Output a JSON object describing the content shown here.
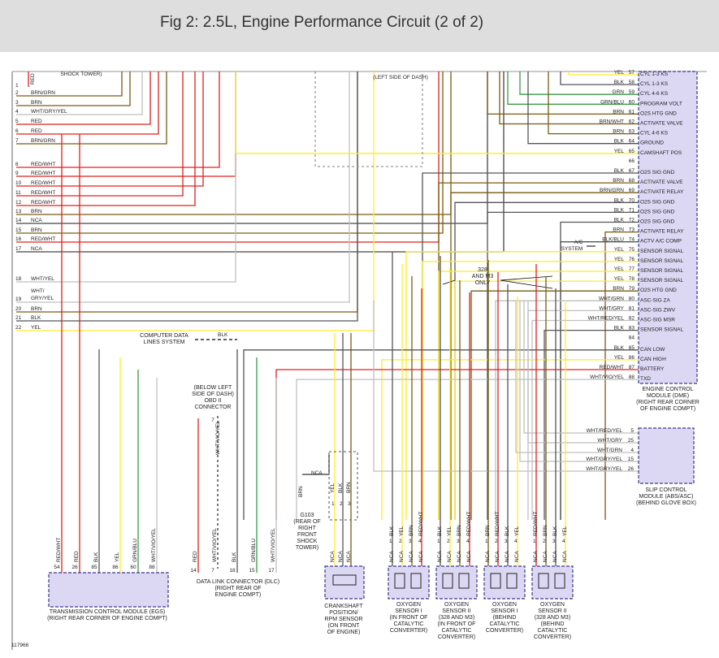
{
  "title": "Fig 2: 2.5L, Engine Performance Circuit (2 of 2)",
  "figure_id": "117966",
  "top_labels": {
    "shock_tower": "SHOCK TOWER)",
    "left_dash": "(LEFT SIDE OF DASH)"
  },
  "left_wires": [
    {
      "pin": "1",
      "color": "RED"
    },
    {
      "pin": "2",
      "color": "BRN/GRN"
    },
    {
      "pin": "3",
      "color": "BRN"
    },
    {
      "pin": "4",
      "color": "WHT/GRY/YEL"
    },
    {
      "pin": "5",
      "color": "RED"
    },
    {
      "pin": "6",
      "color": "RED"
    },
    {
      "pin": "7",
      "color": "BRN/GRN"
    },
    {
      "pin": "8",
      "color": "RED/WHT"
    },
    {
      "pin": "9",
      "color": "RED/WHT"
    },
    {
      "pin": "10",
      "color": "RED/WHT"
    },
    {
      "pin": "11",
      "color": "RED/WHT"
    },
    {
      "pin": "12",
      "color": "RED/WHT"
    },
    {
      "pin": "13",
      "color": "BRN"
    },
    {
      "pin": "14",
      "color": "NCA"
    },
    {
      "pin": "15",
      "color": "BRN"
    },
    {
      "pin": "16",
      "color": "RED/WHT"
    },
    {
      "pin": "17",
      "color": "NCA"
    },
    {
      "pin": "18",
      "color": "WHT/YEL"
    },
    {
      "pin": "19",
      "color": "WHT/ GRY/YEL"
    },
    {
      "pin": "20",
      "color": "BRN"
    },
    {
      "pin": "21",
      "color": "BLK"
    },
    {
      "pin": "22",
      "color": "YEL"
    }
  ],
  "dme": {
    "pins": [
      {
        "pin": "57",
        "wire": "YEL",
        "func": "CYL 1-3 KS"
      },
      {
        "pin": "58",
        "wire": "BLK",
        "func": "CYL 1-3 KS"
      },
      {
        "pin": "59",
        "wire": "GRN",
        "func": "CYL 4-6 KS"
      },
      {
        "pin": "60",
        "wire": "GRN/BLU",
        "func": "PROGRAM VOLT"
      },
      {
        "pin": "61",
        "wire": "BRN",
        "func": "O2S HTG GND"
      },
      {
        "pin": "62",
        "wire": "BRN/WHT",
        "func": "ACTIVATE VALVE"
      },
      {
        "pin": "63",
        "wire": "BRN",
        "func": "CYL 4-6 KS"
      },
      {
        "pin": "64",
        "wire": "BLK",
        "func": "GROUND"
      },
      {
        "pin": "65",
        "wire": "YEL",
        "func": "CAMSHAFT POS"
      },
      {
        "pin": "66",
        "wire": "",
        "func": ""
      },
      {
        "pin": "67",
        "wire": "BLK",
        "func": "O2S SIG GND"
      },
      {
        "pin": "68",
        "wire": "BRN",
        "func": "ACTIVATE VALVE"
      },
      {
        "pin": "69",
        "wire": "BRN/GRN",
        "func": "ACTIVATE RELAY"
      },
      {
        "pin": "70",
        "wire": "BLK",
        "func": "O2S SIG GND"
      },
      {
        "pin": "71",
        "wire": "BLK",
        "func": "O2S SIG GND"
      },
      {
        "pin": "72",
        "wire": "BLK",
        "func": "O2S SIG GND"
      },
      {
        "pin": "73",
        "wire": "BRN",
        "func": "ACTIVATE RELAY"
      },
      {
        "pin": "74",
        "wire": "BLK/BLU",
        "func": "ACTV A/C COMP"
      },
      {
        "pin": "75",
        "wire": "YEL",
        "func": "SENSOR SIGNAL"
      },
      {
        "pin": "76",
        "wire": "YEL",
        "func": "SENSOR SIGNAL"
      },
      {
        "pin": "77",
        "wire": "YEL",
        "func": "SENSOR SIGNAL"
      },
      {
        "pin": "78",
        "wire": "YEL",
        "func": "SENSOR SIGNAL"
      },
      {
        "pin": "79",
        "wire": "BRN",
        "func": "O2S HTG GND"
      },
      {
        "pin": "80",
        "wire": "WHT/GRN",
        "func": "ASC-SIG ZA"
      },
      {
        "pin": "81",
        "wire": "WHT/GRY",
        "func": "ASC-SIG ZWV"
      },
      {
        "pin": "82",
        "wire": "WHT/RED/YEL",
        "func": "ASC-SIG MSR"
      },
      {
        "pin": "83",
        "wire": "BLK",
        "func": "SENSOR SIGNAL"
      },
      {
        "pin": "84",
        "wire": "",
        "func": ""
      },
      {
        "pin": "85",
        "wire": "BLK",
        "func": "CAN LOW"
      },
      {
        "pin": "86",
        "wire": "YEL",
        "func": "CAN HIGH"
      },
      {
        "pin": "87",
        "wire": "RED/WHT",
        "func": "BATTERY"
      },
      {
        "pin": "88",
        "wire": "WHT/VIO/YEL",
        "func": "TXD"
      }
    ],
    "label": [
      "ENGINE CONTROL",
      "MODULE (DME)",
      "(RIGHT REAR CORNER",
      "OF ENGINE COMPT)"
    ]
  },
  "asc": {
    "pins": [
      {
        "pin": "5",
        "wire": "WHT/RED/YEL"
      },
      {
        "pin": "25",
        "wire": "WHT/GRY"
      },
      {
        "pin": "4",
        "wire": "WHT/GRN"
      },
      {
        "pin": "15",
        "wire": "WHT/GRY/YEL"
      },
      {
        "pin": "26",
        "wire": "WHT/GRY/YEL"
      }
    ],
    "label": [
      "SLIP CONTROL",
      "MODULE (ABS/ASC)",
      "(BEHIND GLOVE BOX)"
    ]
  },
  "ac_system": [
    "A/C",
    "SYSTEM"
  ],
  "note_328": [
    "328",
    "AND M3",
    "ONLY"
  ],
  "computer_data": [
    "COMPUTER DATA",
    "LINES SYSTEM"
  ],
  "computer_data_wire": "BLK",
  "obd": [
    "(BELOW LEFT",
    "SIDE OF DASH)",
    "OBD II",
    "CONNECTOR"
  ],
  "obd_pin": "7",
  "obd_wire": "WHT/VIO/YEL",
  "egs": {
    "pins": [
      {
        "pin": "54",
        "wire": "RED/WHT"
      },
      {
        "pin": "26",
        "wire": "RED"
      },
      {
        "pin": "85",
        "wire": "BLK"
      },
      {
        "pin": "86",
        "wire": "YEL"
      },
      {
        "pin": "60",
        "wire": "GRN/BLU"
      },
      {
        "pin": "88",
        "wire": "WHT/VIO/YEL"
      }
    ],
    "label": [
      "TRANSMISSION CONTROL MODULE (EGS)",
      "(RIGHT REAR CORNER OF ENGINE COMPT)"
    ]
  },
  "dlc": {
    "pins": [
      {
        "pin": "14",
        "wire": "RED"
      },
      {
        "pin": "7",
        "wire": "WHT/VIO/YEL"
      },
      {
        "pin": "18",
        "wire": "BLK"
      },
      {
        "pin": "15",
        "wire": "GRN/BLU"
      },
      {
        "pin": "17",
        "wire": "WHT/VIO/YEL"
      }
    ],
    "label": [
      "DATA LINK CONNECTOR (DLC)",
      "(RIGHT REAR OF",
      "ENGINE COMPT)"
    ]
  },
  "g103": {
    "wire_top": "NCA",
    "wire": "BRN",
    "label": [
      "G103",
      "(REAR OF",
      "RIGHT",
      "FRONT",
      "SHOCK",
      "TOWER)"
    ]
  },
  "crank": {
    "wires": [
      "YEL",
      "BLK",
      "BRN"
    ],
    "pins": [
      "1",
      "2",
      "3"
    ],
    "label": [
      "CRANKSHAFT",
      "POSITION/",
      "RPM SENSOR",
      "(ON FRONT",
      "OF ENGINE)"
    ]
  },
  "o2_sensors": [
    {
      "wires": [
        "BLK",
        "YEL",
        "BRN",
        "RED/WHT"
      ],
      "label": [
        "OXYGEN",
        "SENSOR I",
        "(IN FRONT OF",
        "CATALYTIC",
        "CONVERTER)"
      ]
    },
    {
      "wires": [
        "BLK",
        "YEL",
        "BRN",
        "RED/WHT"
      ],
      "label": [
        "OXYGEN",
        "SENSOR II",
        "(328 AND M3)",
        "(IN FRONT OF",
        "CATALYTIC",
        "CONVERTER)"
      ]
    },
    {
      "wires": [
        "BRN",
        "RED/WHT",
        "BLK",
        "YEL"
      ],
      "label": [
        "OXYGEN",
        "SENSOR I",
        "(BEHIND",
        "CATALYTIC",
        "CONVERTER)"
      ]
    },
    {
      "wires": [
        "RED/WHT",
        "BRN",
        "BLK",
        "YEL"
      ],
      "label": [
        "OXYGEN",
        "SENSOR II",
        "(328 AND M3)",
        "(BEHIND",
        "CATALYTIC",
        "CONVERTER)"
      ]
    }
  ],
  "connector_wire": "NCA",
  "colors": {
    "RED": "#e0201e",
    "BRN": "#7a5a10",
    "BLK": "#555555",
    "YEL": "#ffea2a",
    "GRN": "#3a9a45",
    "WHT": "#bfbfbf",
    "module": "#dcd8f4",
    "module_border": "#3a3a8a"
  }
}
